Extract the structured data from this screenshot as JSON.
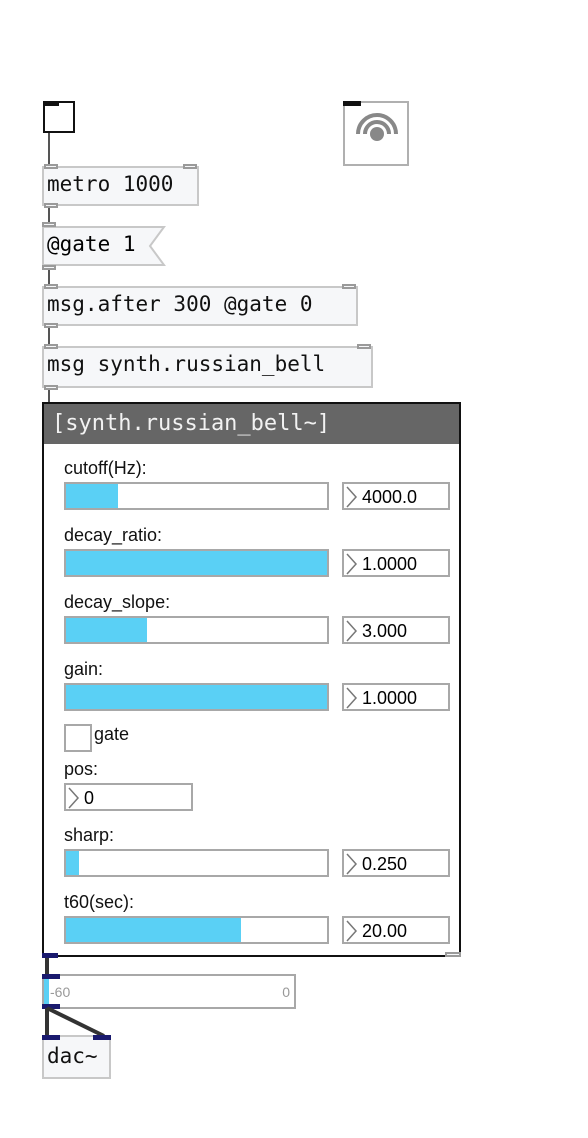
{
  "objects": {
    "metro": "metro 1000",
    "gate_msg": "@gate 1",
    "msg_after": "msg.after 300 @gate 0",
    "msg_synth": "msg synth.russian_bell",
    "dac": "dac~"
  },
  "panel": {
    "title": "[synth.russian_bell~]",
    "params": {
      "cutoff": {
        "label": "cutoff(Hz):",
        "value": "4000.0",
        "level": 0.2
      },
      "decay_ratio": {
        "label": "decay_ratio:",
        "value": "1.0000",
        "level": 1.0
      },
      "decay_slope": {
        "label": "decay_slope:",
        "value": "3.000",
        "level": 0.31
      },
      "gain": {
        "label": "gain:",
        "value": "1.0000",
        "level": 1.0
      },
      "gate": {
        "label": "gate"
      },
      "pos": {
        "label": "pos:",
        "value": "0"
      },
      "sharp": {
        "label": "sharp:",
        "value": "0.250",
        "level": 0.05
      },
      "t60": {
        "label": "t60(sec):",
        "value": "20.00",
        "level": 0.67
      }
    }
  },
  "meter": {
    "min_label": "-60",
    "max_label": "0",
    "level": 0.02
  },
  "colors": {
    "slider_fill": "#5ad0f5",
    "panel_header": "#666666",
    "meter_fill": "#5ad0f5",
    "cord_signal": "#1a1a6e"
  },
  "icons": {
    "bang": "bang-speaker-icon",
    "arrow": "number-arrow-icon"
  }
}
